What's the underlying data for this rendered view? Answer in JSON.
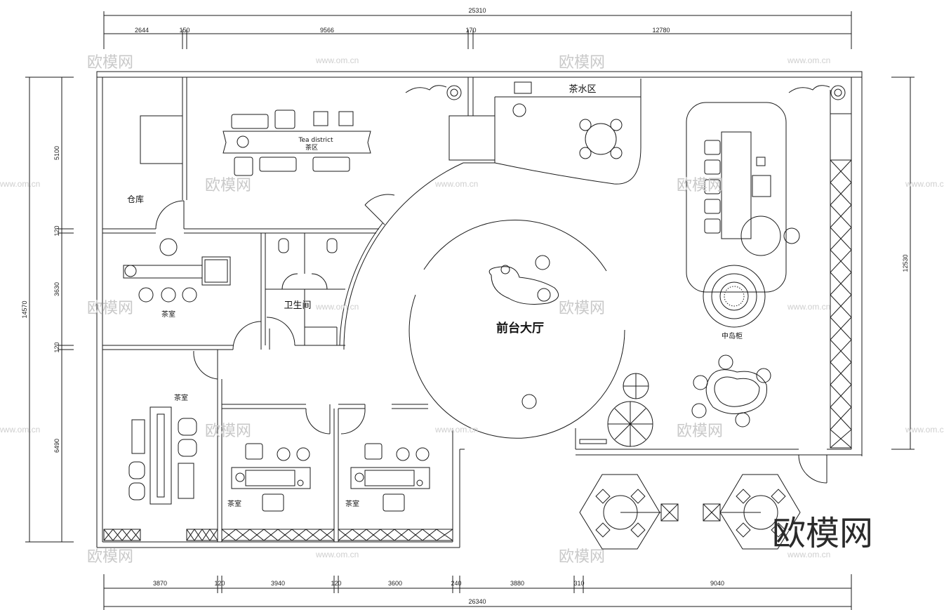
{
  "dimensions": {
    "top_total": "25310",
    "top_segments": [
      "2644",
      "150",
      "9566",
      "170",
      "12780"
    ],
    "bottom_total": "26340",
    "bottom_segments": [
      "3870",
      "120",
      "3940",
      "120",
      "3600",
      "240",
      "3880",
      "310",
      "9040"
    ],
    "left_total": "14570",
    "left_segments": [
      "5100",
      "120",
      "3630",
      "120",
      "6490"
    ],
    "right_total": "12530"
  },
  "rooms": {
    "warehouse": "仓库",
    "tea_district_en": "Tea district",
    "tea_district_cn": "茶区",
    "tea_water_area": "茶水区",
    "tea_room_1": "茶室",
    "tea_room_2": "茶室",
    "tea_room_3": "茶室",
    "tea_room_4": "茶室",
    "restroom": "卫生间",
    "reception_hall": "前台大厅",
    "island_cabinet": "中岛柜"
  },
  "watermark": {
    "text": "欧模网",
    "url": "www.om.cn"
  },
  "logo": "欧模网",
  "colors": {
    "line": "#1a1a1a",
    "watermark": "#c9c9c9"
  }
}
